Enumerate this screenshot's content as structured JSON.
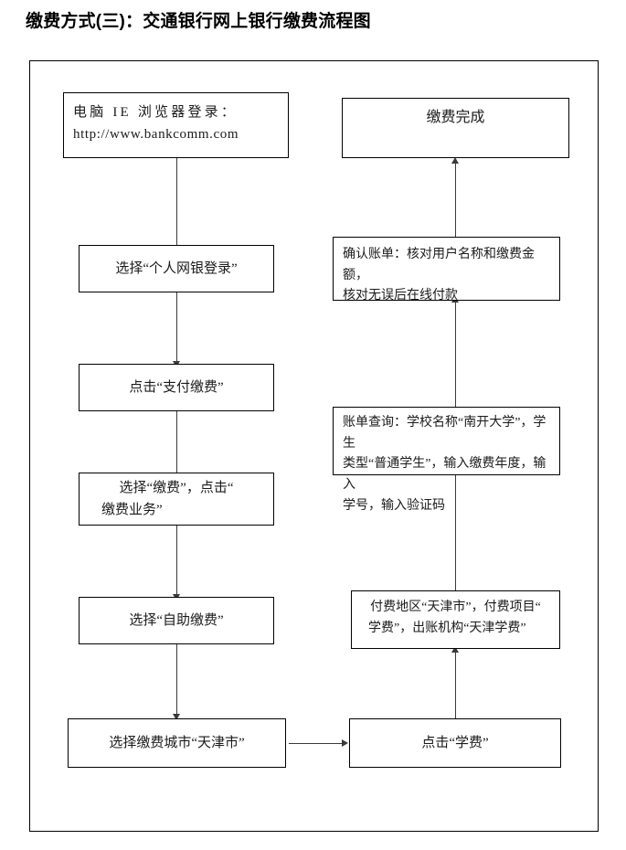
{
  "title": "缴费方式(三)：交通银行网上银行缴费流程图",
  "flow": {
    "nodes": [
      {
        "id": "browser-login",
        "label": "电脑 IE 浏览器登录：\nhttp://www.bankcomm.com",
        "line1": "电脑 IE 浏览器登录：",
        "line2": "http://www.bankcomm.com"
      },
      {
        "id": "personal-ebank-login",
        "label": "选择“个人网银登录”"
      },
      {
        "id": "pay-fee",
        "label": "点击“支付缴费”"
      },
      {
        "id": "fee-business",
        "label": "选择“缴费”，点击“\n缴费业务”",
        "line1": "选择“缴费”，点击“",
        "line2": "缴费业务”"
      },
      {
        "id": "self-service-payment",
        "label": "选择“自助缴费”"
      },
      {
        "id": "select-city",
        "label": "选择缴费城市“天津市”"
      },
      {
        "id": "click-tuition",
        "label": "点击“学费”"
      },
      {
        "id": "payment-region",
        "label": "付费地区“天津市”，付费项目“\n学费”，出账机构“天津学费”",
        "line1": "付费地区“天津市”，付费项目“",
        "line2": "学费”，出账机构“天津学费”"
      },
      {
        "id": "bill-query",
        "label": "账单查询：学校名称“南开大学”，学生类型“普通学生”，输入缴费年度，输入学号，输入验证码",
        "line1": "账单查询：学校名称“南开大学”，学生",
        "line2": "类型“普通学生”，输入缴费年度，输入",
        "line3": "学号，输入验证码"
      },
      {
        "id": "confirm-bill",
        "label": "确认账单：核对用户名称和缴费金额，核对无误后在线付款",
        "line1": "确认账单：核对用户名称和缴费金额，",
        "line2": "核对无误后在线付款"
      },
      {
        "id": "payment-complete",
        "label": "缴费完成"
      }
    ],
    "connectors": [
      {
        "id": "browser-login-to-personal-ebank-login",
        "direction": "down"
      },
      {
        "id": "personal-ebank-login-to-pay-fee",
        "direction": "down"
      },
      {
        "id": "pay-fee-to-fee-business",
        "direction": "down"
      },
      {
        "id": "fee-business-to-self-service-payment",
        "direction": "down"
      },
      {
        "id": "self-service-payment-to-select-city",
        "direction": "down"
      },
      {
        "id": "select-city-to-click-tuition",
        "direction": "right"
      },
      {
        "id": "click-tuition-to-payment-region",
        "direction": "up"
      },
      {
        "id": "payment-region-to-bill-query",
        "direction": "up"
      },
      {
        "id": "bill-query-to-confirm-bill",
        "direction": "up"
      },
      {
        "id": "confirm-bill-to-payment-complete",
        "direction": "up"
      }
    ]
  },
  "colors": {
    "border": "#000000",
    "connector": "#3a3a3a",
    "text": "#1b1b1b",
    "background": "#ffffff"
  }
}
